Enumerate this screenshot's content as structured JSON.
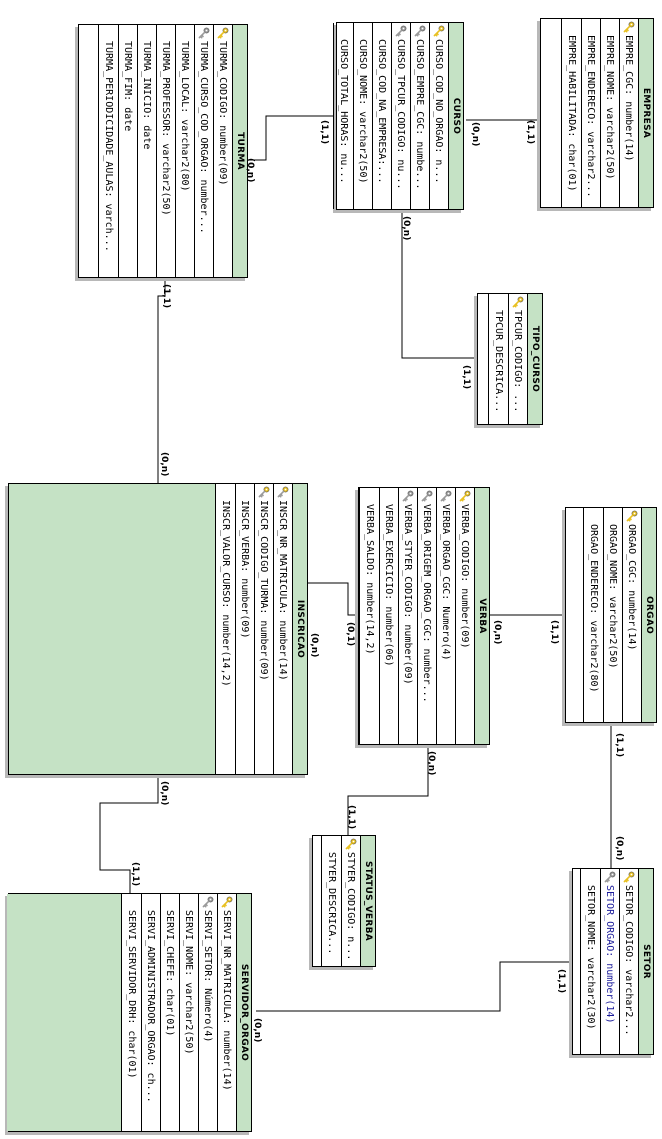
{
  "entities": {
    "empresa": {
      "title": "EMPRESA",
      "attrs": [
        {
          "text": "EMPRE_CGC: number(14)",
          "key": "pk"
        },
        {
          "text": "EMPRE_NOME: varchar2(50)",
          "key": "none"
        },
        {
          "text": "EMPRE_ENDERECO: varchar2...",
          "key": "none"
        },
        {
          "text": "EMPRE_HABILITADA: char(01)",
          "key": "none"
        }
      ]
    },
    "curso": {
      "title": "CURSO",
      "attrs": [
        {
          "text": "CURSO_COD_NO_ORGAO: n...",
          "key": "pk"
        },
        {
          "text": "CURSO_EMPRE_CGC: numbe...",
          "key": "fk"
        },
        {
          "text": "CURSO_TPCUR_CODIGO: nu...",
          "key": "fk"
        },
        {
          "text": "CURSO_COD_NA_EMPRESA:...",
          "key": "none"
        },
        {
          "text": "CURSO_NOME: varchar2(50)",
          "key": "none"
        },
        {
          "text": "CURSO_TOTAL_HORAS: nu...",
          "key": "none"
        }
      ]
    },
    "turma": {
      "title": "TURMA",
      "attrs": [
        {
          "text": "TURMA_CODIGO: number(09)",
          "key": "pk"
        },
        {
          "text": "TURMA_CURSO_COD_ORGAO: number...",
          "key": "fk"
        },
        {
          "text": "TURMA_LOCAL: varchar2(80)",
          "key": "none"
        },
        {
          "text": "TURMA_PROFESSOR: varchar2(50)",
          "key": "none"
        },
        {
          "text": "TURMA_INICIO: date",
          "key": "none"
        },
        {
          "text": "TURMA_FIM: date",
          "key": "none"
        },
        {
          "text": "TURMA_PERIODICIDADE_AULAS: varch...",
          "key": "none"
        }
      ]
    },
    "tipo_curso": {
      "title": "TIPO_CURSO",
      "attrs": [
        {
          "text": "TPCUR_CODIGO: ...",
          "key": "pk"
        },
        {
          "text": "TPCUR_DESCRICA...",
          "key": "none"
        }
      ]
    },
    "inscricao": {
      "title": "INSCRICAO",
      "attrs": [
        {
          "text": "INSCR_NR_MATRICULA: number(14)",
          "key": "pfk"
        },
        {
          "text": "INSCR_CODIGO_TURMA: number(09)",
          "key": "pfk"
        },
        {
          "text": "INSCR_VERBA: number(09)",
          "key": "none"
        },
        {
          "text": "INSCR_VALOR_CURSO: number(14,2)",
          "key": "none"
        }
      ]
    },
    "verba": {
      "title": "VERBA",
      "attrs": [
        {
          "text": "VERBA_CODIGO: number(09)",
          "key": "pk"
        },
        {
          "text": "VERBA_ORGAO_CGC: Numero(4)",
          "key": "fk"
        },
        {
          "text": "VERBA_ORIGEM_ORGAO_CGC: number...",
          "key": "fk"
        },
        {
          "text": "VERBA_STYER_CODIGO: number(09)",
          "key": "fk"
        },
        {
          "text": "VERBA_EXERCICIO: number(06)",
          "key": "none"
        },
        {
          "text": "VERBA_SALDO: number(14,2)",
          "key": "none"
        }
      ]
    },
    "orgao": {
      "title": "ORGAO",
      "attrs": [
        {
          "text": "ORGAO_CGC: number(14)",
          "key": "pk"
        },
        {
          "text": "ORGAO_NOME: varchar2(50)",
          "key": "none"
        },
        {
          "text": "ORGAO_ENDERECO: varchar2(80)",
          "key": "none"
        }
      ]
    },
    "status_verba": {
      "title": "STATUS_VERBA",
      "attrs": [
        {
          "text": "STYER_CODIGO: n...",
          "key": "pk"
        },
        {
          "text": "STYER_DESCRICA...",
          "key": "none"
        }
      ]
    },
    "setor": {
      "title": "SETOR",
      "attrs": [
        {
          "text": "SETOR_CODIGO: varchar2...",
          "key": "pk"
        },
        {
          "text": "SETOR_ORGAO: number(14)",
          "key": "fk",
          "blue": true
        },
        {
          "text": "SETOR_NOME: varchar2(30)",
          "key": "none"
        }
      ]
    },
    "servidor_orgao": {
      "title": "SERVIDOR_ORGAO",
      "attrs": [
        {
          "text": "SERVI_NR_MATRICULA: number(14)",
          "key": "pk"
        },
        {
          "text": "SERVI_SETOR: Número(4)",
          "key": "fk"
        },
        {
          "text": "SERVI_NOME: varchar2(50)",
          "key": "none"
        },
        {
          "text": "SERVI_CHEFE: char(01)",
          "key": "none"
        },
        {
          "text": "SERVI_ADMINISTRADOR_ORGAO: ch...",
          "key": "none"
        },
        {
          "text": "SERVI_SERVIDOR_DRH: char(01)",
          "key": "none"
        }
      ]
    }
  },
  "cardinalities": {
    "empresa_curso_one": "(1,1)",
    "empresa_curso_many": "(0,n)",
    "curso_turma_one": "(1,1)",
    "curso_turma_many": "(0,n)",
    "curso_tipo_many": "(0,n)",
    "curso_tipo_one": "(1,1)",
    "turma_inscr_one": "(1,1)",
    "turma_inscr_many": "(0,n)",
    "inscr_verba_many": "(0,n)",
    "inscr_verba_one": "(0,1)",
    "verba_orgao_many": "(0,n)",
    "verba_orgao_one": "(1,1)",
    "verba_status_many": "(0,n)",
    "verba_status_one": "(1,1)",
    "orgao_setor_one": "(1,1)",
    "orgao_setor_many": "(0,n)",
    "setor_servidor_one": "(1,1)",
    "setor_servidor_many": "(0,n)",
    "inscr_servidor_many": "(0,n)",
    "inscr_servidor_one": "(1,1)"
  },
  "colors": {
    "title_bg": "#c5e2c5",
    "filler_bg": "#c5e2c5",
    "fk_blue_text": "#1a1a9a"
  },
  "icons": {
    "pk": "gold-key-icon",
    "fk": "gray-key-icon",
    "pfk": "gold-gray-key-icon"
  }
}
